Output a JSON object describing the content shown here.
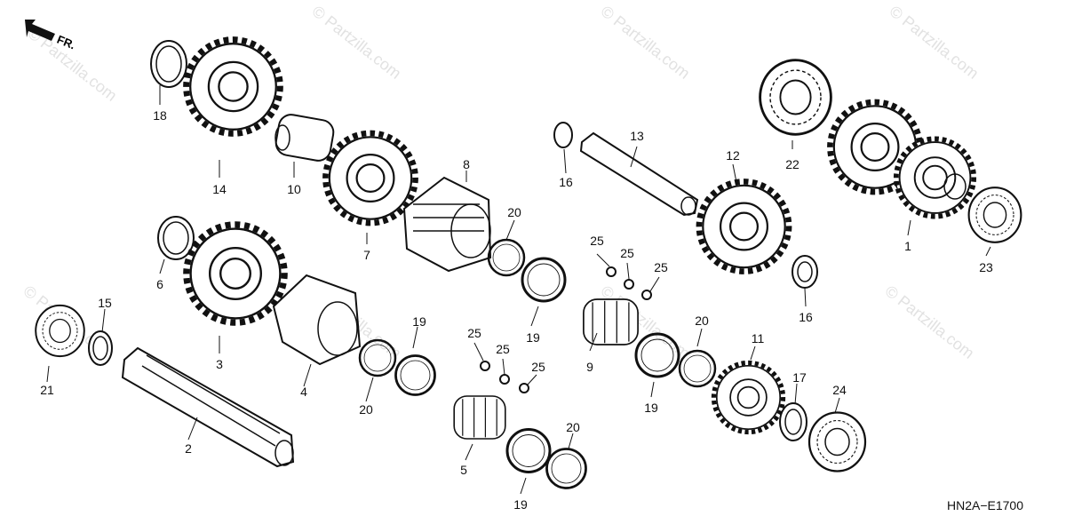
{
  "direction_label": "FR.",
  "diagram_code": "HN2A−E1700",
  "watermark": "© Partzilla.com",
  "parts": [
    {
      "ref": "1"
    },
    {
      "ref": "2"
    },
    {
      "ref": "3"
    },
    {
      "ref": "4"
    },
    {
      "ref": "5"
    },
    {
      "ref": "6"
    },
    {
      "ref": "7"
    },
    {
      "ref": "8"
    },
    {
      "ref": "9"
    },
    {
      "ref": "10"
    },
    {
      "ref": "11"
    },
    {
      "ref": "12"
    },
    {
      "ref": "13"
    },
    {
      "ref": "14"
    },
    {
      "ref": "15"
    },
    {
      "ref": "16"
    },
    {
      "ref": "16"
    },
    {
      "ref": "17"
    },
    {
      "ref": "18"
    },
    {
      "ref": "19"
    },
    {
      "ref": "19"
    },
    {
      "ref": "19"
    },
    {
      "ref": "19"
    },
    {
      "ref": "20"
    },
    {
      "ref": "20"
    },
    {
      "ref": "20"
    },
    {
      "ref": "20"
    },
    {
      "ref": "21"
    },
    {
      "ref": "22"
    },
    {
      "ref": "23"
    },
    {
      "ref": "24"
    },
    {
      "ref": "25"
    },
    {
      "ref": "25"
    },
    {
      "ref": "25"
    },
    {
      "ref": "25"
    },
    {
      "ref": "25"
    },
    {
      "ref": "25"
    }
  ]
}
